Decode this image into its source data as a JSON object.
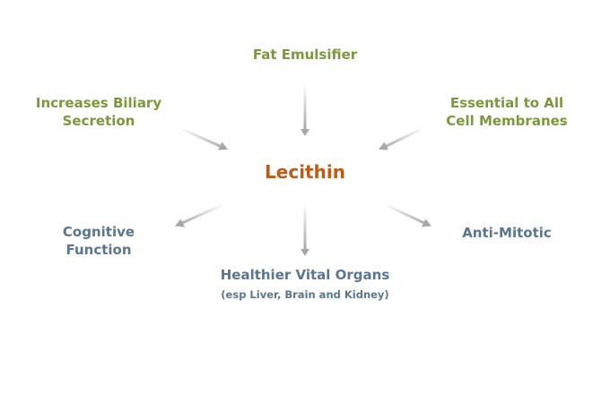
{
  "center": {
    "label": "Lecithin",
    "color": "#c05a14"
  },
  "nodes": {
    "top": {
      "line1": "Fat Emulsifier"
    },
    "top_left": {
      "line1": "Increases Biliary",
      "line2": "Secretion"
    },
    "top_right": {
      "line1": "Essential to All",
      "line2": "Cell Membranes"
    },
    "bottom_left": {
      "line1": "Cognitive",
      "line2": "Function"
    },
    "bottom": {
      "line1": "Healthier Vital Organs",
      "line2": "(esp Liver, Brain and Kidney)"
    },
    "bottom_right": {
      "line1": "Anti-Mitotic"
    }
  },
  "colors": {
    "inbound": "#7a9a3a",
    "outbound": "#5a7690",
    "arrow": "#b8b8b8"
  }
}
